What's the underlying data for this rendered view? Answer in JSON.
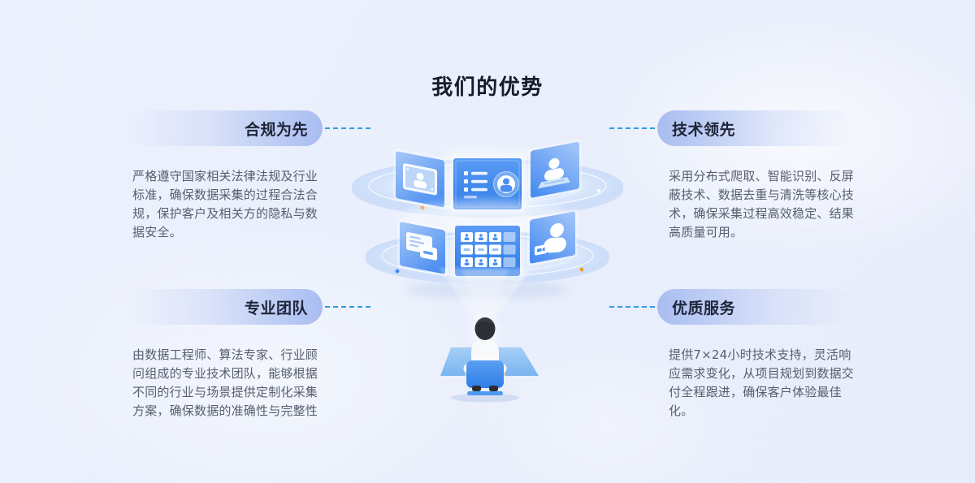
{
  "page": {
    "title": "我们的优势"
  },
  "features": [
    {
      "id": "compliance-first",
      "title": "合规为先",
      "description": "严格遵守国家相关法律法规及行业标准，确保数据采集的过程合法合规，保护客户及相关方的隐私与数据安全。"
    },
    {
      "id": "tech-leading",
      "title": "技术领先",
      "description": "采用分布式爬取、智能识别、反屏蔽技术、数据去重与清洗等核心技术，确保采集过程高效稳定、结果高质量可用。"
    },
    {
      "id": "professional-team",
      "title": "专业团队",
      "description": "由数据工程师、算法专家、行业顾问组成的专业技术团队，能够根据不同的行业与场景提供定制化采集方案，确保数据的准确性与完整性"
    },
    {
      "id": "quality-service",
      "title": "优质服务",
      "description": "提供7×24小时技术支持，灵活响应需求变化，从项目规划到数据交付全程跟进，确保客户体验最佳化。"
    }
  ],
  "illustration": {
    "description": "two floating ring platforms with curved blue screens (photo, profile list, video-call users, documents, contact grid) above a person sitting at a desk viewed from behind",
    "icons": [
      "photo-avatar-screen-icon",
      "profile-list-screen-icon",
      "laptop-user-screen-icon",
      "document-cards-screen-icon",
      "contact-grid-screen-icon",
      "user-silhouette-screen-icon",
      "person-at-desk-icon"
    ]
  },
  "colors": {
    "background": "#e9eefb",
    "title_text": "#161b2e",
    "body_text": "#585e6f",
    "pill_blue": "#a9bdf1",
    "dash_blue": "#2b9ce5",
    "screen_blue": "#3f87f1",
    "orange_dot": "#f59b2d",
    "white_dot": "#ffffff"
  }
}
